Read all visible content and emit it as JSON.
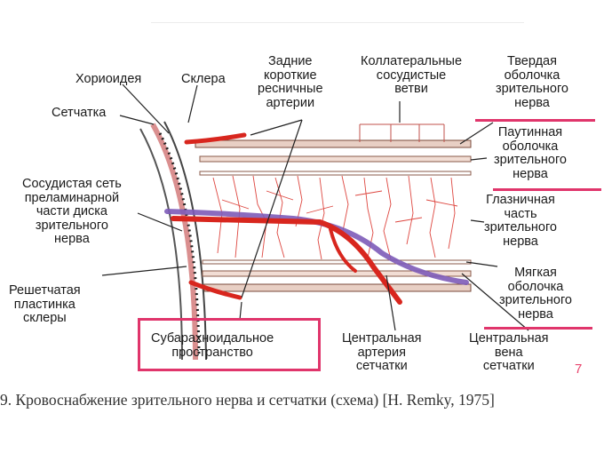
{
  "labels": {
    "choroid": "Хориоидея",
    "sclera": "Склера",
    "retina": "Сетчатка",
    "posterior_arteries": "Задние\nкороткие\nресничные\nартерии",
    "collateral_branches": "Коллатеральные\nсосудистые\nветви",
    "dura": "Твердая\nоболочка\nзрительного\nнерва",
    "arachnoid": "Паутинная\nоболочка\nзрительного\nнерва",
    "orbital_part": "Глазничная\nчасть\nзрительного\nнерва",
    "pia": "Мягкая\nоболочка\nзрительного\nнерва",
    "prelaminar_network": "Сосудистая сеть\nпреламинарной\nчасти диска\nзрительного\nнерва",
    "lamina_cribrosa": "Решетчатая\nпластинка\nсклеры",
    "subarachnoid_space": "Субарахноидальное\nпространство",
    "central_artery": "Центральная\nартерия\nсетчатки",
    "central_vein": "Центральная\nвена\nсетчатки"
  },
  "caption": "9. Кровоснабжение зрительного нерва и сетчатки (схема) [H. Remky, 1975]",
  "page_number": "7",
  "colors": {
    "artery": "#d8261e",
    "vein": "#7d5bb8",
    "highlight": "#e0356b",
    "nerve_sheath": "#c9a596"
  }
}
